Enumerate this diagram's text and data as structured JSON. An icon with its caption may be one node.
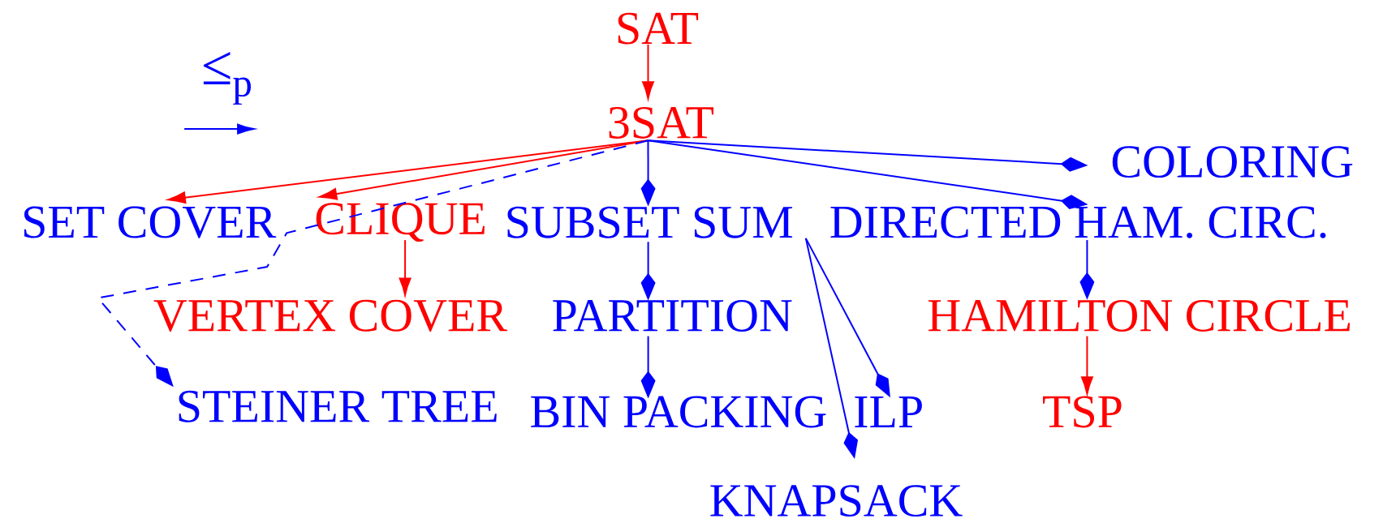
{
  "diagram": {
    "nodes": [
      {
        "text": [
          "SAT"
        ]
      },
      {
        "text": [
          "3SAT"
        ]
      },
      {
        "text": [
          "COLORING"
        ]
      },
      {
        "text": [
          "SET COVER"
        ]
      },
      {
        "text": [
          "CLIQUE"
        ]
      },
      {
        "text": [
          "SUBSET SUM"
        ]
      },
      {
        "text": [
          "DIRECTED HAM. CIRC."
        ]
      },
      {
        "text": [
          "VERTEX COVER"
        ]
      },
      {
        "text": [
          "PARTITION"
        ]
      },
      {
        "text": [
          "HAMILTON CIRCLE"
        ]
      },
      {
        "text": [
          "STEINER TREE"
        ]
      },
      {
        "text": [
          "BIN PACKING"
        ]
      },
      {
        "text": [
          "ILP"
        ]
      },
      {
        "text": [
          "TSP"
        ]
      },
      {
        "text": [
          "KNAPSACK"
        ]
      }
    ],
    "edges": [
      {
        "from": 0,
        "to": 1,
        "arrow": "to",
        "color": "#ff0000"
      },
      {
        "from": 1,
        "to": 3,
        "arrow": "to",
        "color": "#ff0000"
      },
      {
        "from": 1,
        "to": 4,
        "arrow": "to",
        "color": "#ff0000"
      },
      {
        "from": 1,
        "to": 10,
        "arrow": "to",
        "style": "dashed"
      },
      {
        "from": 1,
        "to": 5,
        "arrow": "to"
      },
      {
        "from": 1,
        "to": 2,
        "arrow": "to"
      },
      {
        "from": 1,
        "to": 6,
        "arrow": "to"
      },
      {
        "from": 4,
        "to": 7,
        "arrow": "to",
        "color": "#ff0000"
      },
      {
        "from": 5,
        "to": 8,
        "arrow": "to"
      },
      {
        "from": 5,
        "to": 14,
        "arrow": "to"
      },
      {
        "from": 5,
        "to": 12,
        "arrow": "to"
      },
      {
        "from": 8,
        "to": 11,
        "arrow": "to"
      },
      {
        "from": 6,
        "to": 9,
        "arrow": "to"
      },
      {
        "from": 9,
        "to": 13,
        "arrow": "to",
        "color": "#ff0000"
      }
    ],
    "legend": [
      {
        "text": "≤$_{p}$"
      }
    ]
  }
}
